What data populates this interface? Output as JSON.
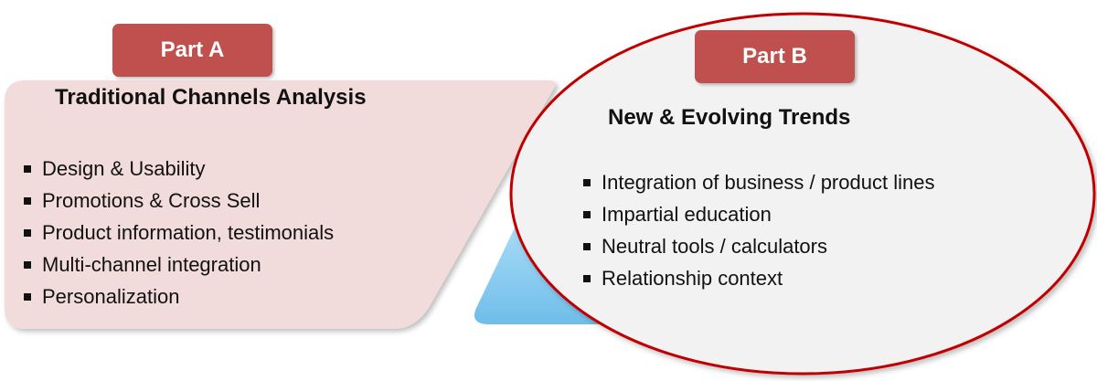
{
  "part_a": {
    "badge": "Part A",
    "title": "Traditional Channels Analysis",
    "items": [
      "Design & Usability",
      "Promotions & Cross Sell",
      "Product information, testimonials",
      "Multi-channel integration",
      "Personalization"
    ]
  },
  "part_b": {
    "badge": "Part B",
    "title": "New & Evolving Trends",
    "items": [
      "Integration of business / product lines",
      "Impartial education",
      "Neutral tools / calculators",
      "Relationship context"
    ]
  },
  "colors": {
    "badge": "#c0504d",
    "panel_a_fill": "#f2dcdb",
    "ellipse_fill": "#f2f2f2",
    "ellipse_border": "#c00000",
    "triangle": "#8ecff0"
  }
}
